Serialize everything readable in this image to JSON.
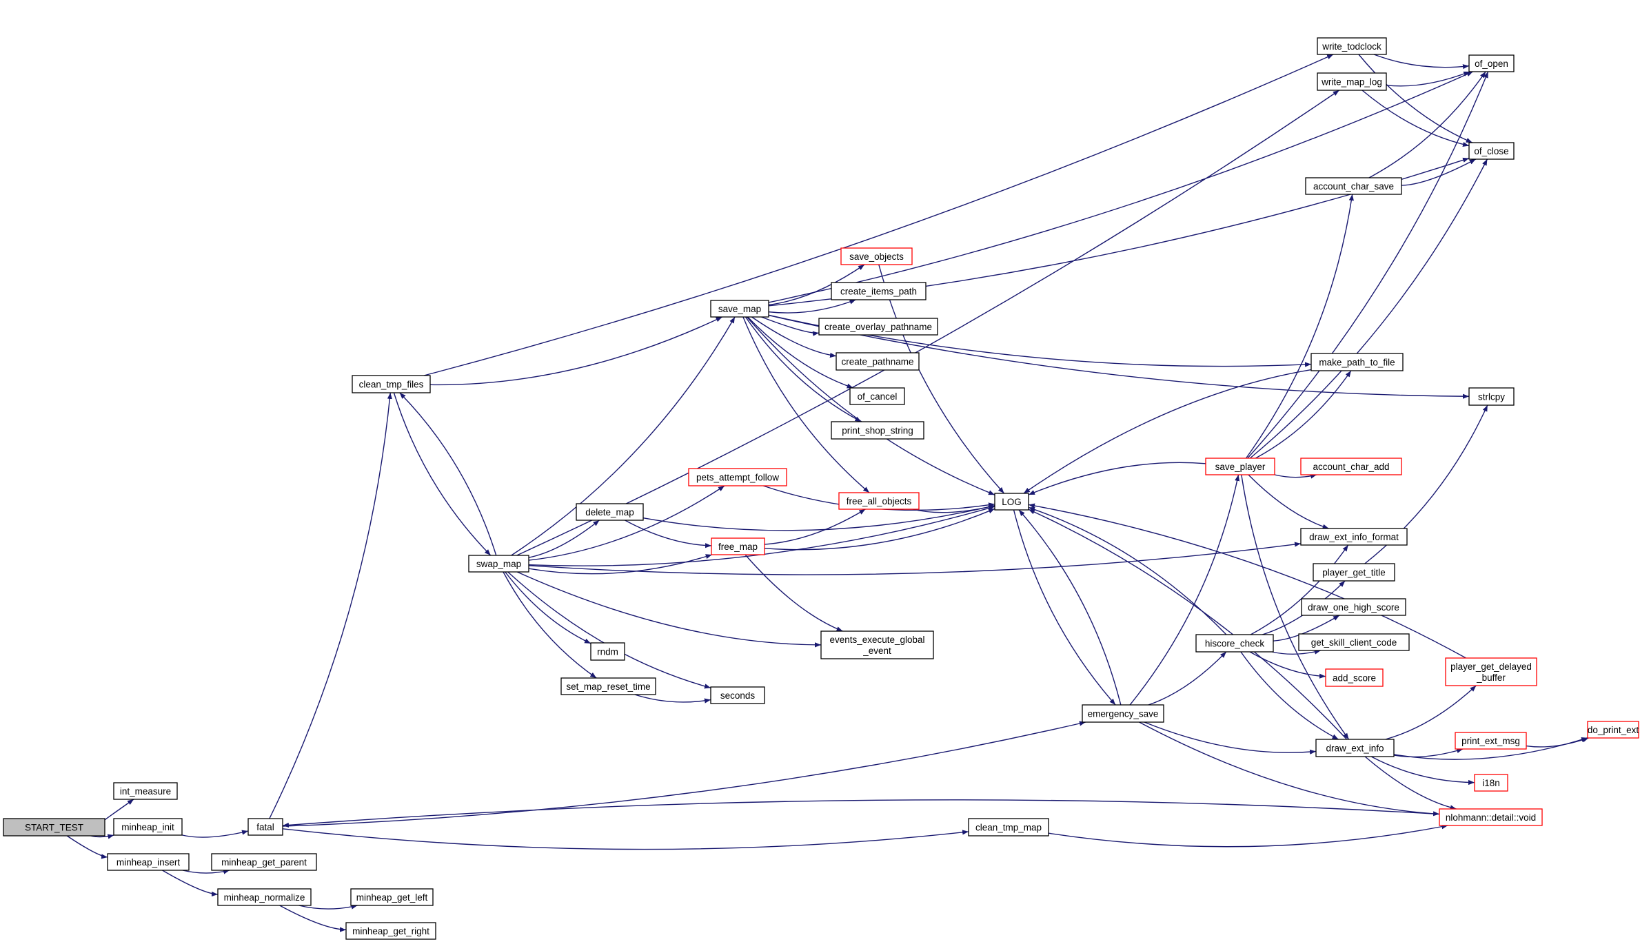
{
  "colors": {
    "edge": "#191970",
    "node_border_normal": "#000000",
    "node_border_truncated": "#ff0000",
    "root_fill": "#bfbfbf",
    "node_fill": "#ffffff"
  },
  "nodes": [
    {
      "id": "start_test",
      "label": "START_TEST",
      "status": "root"
    },
    {
      "id": "int_measure",
      "label": "int_measure",
      "status": "normal"
    },
    {
      "id": "minheap_init",
      "label": "minheap_init",
      "status": "normal"
    },
    {
      "id": "minheap_insert",
      "label": "minheap_insert",
      "status": "normal"
    },
    {
      "id": "fatal",
      "label": "fatal",
      "status": "normal"
    },
    {
      "id": "minheap_get_parent",
      "label": "minheap_get_parent",
      "status": "normal"
    },
    {
      "id": "minheap_normalize",
      "label": "minheap_normalize",
      "status": "normal"
    },
    {
      "id": "minheap_get_left",
      "label": "minheap_get_left",
      "status": "normal"
    },
    {
      "id": "minheap_get_right",
      "label": "minheap_get_right",
      "status": "normal"
    },
    {
      "id": "clean_tmp_files",
      "label": "clean_tmp_files",
      "status": "normal"
    },
    {
      "id": "swap_map",
      "label": "swap_map",
      "status": "normal"
    },
    {
      "id": "save_map",
      "label": "save_map",
      "status": "normal"
    },
    {
      "id": "delete_map",
      "label": "delete_map",
      "status": "normal"
    },
    {
      "id": "pets_attempt_follow",
      "label": "pets_attempt_follow",
      "status": "truncated"
    },
    {
      "id": "free_map",
      "label": "free_map",
      "status": "truncated"
    },
    {
      "id": "rndm",
      "label": "rndm",
      "status": "normal"
    },
    {
      "id": "set_map_reset_time",
      "label": "set_map_reset_time",
      "status": "normal"
    },
    {
      "id": "seconds",
      "label": "seconds",
      "status": "normal"
    },
    {
      "id": "events_execute_global_event",
      "label": "events_execute_global\n_event",
      "status": "normal"
    },
    {
      "id": "save_objects",
      "label": "save_objects",
      "status": "truncated"
    },
    {
      "id": "create_items_path",
      "label": "create_items_path",
      "status": "normal"
    },
    {
      "id": "create_overlay_pathname",
      "label": "create_overlay_pathname",
      "status": "normal"
    },
    {
      "id": "create_pathname",
      "label": "create_pathname",
      "status": "normal"
    },
    {
      "id": "of_cancel",
      "label": "of_cancel",
      "status": "normal"
    },
    {
      "id": "print_shop_string",
      "label": "print_shop_string",
      "status": "normal"
    },
    {
      "id": "free_all_objects",
      "label": "free_all_objects",
      "status": "truncated"
    },
    {
      "id": "log",
      "label": "LOG",
      "status": "normal"
    },
    {
      "id": "clean_tmp_map",
      "label": "clean_tmp_map",
      "status": "normal"
    },
    {
      "id": "emergency_save",
      "label": "emergency_save",
      "status": "normal"
    },
    {
      "id": "hiscore_check",
      "label": "hiscore_check",
      "status": "normal"
    },
    {
      "id": "save_player",
      "label": "save_player",
      "status": "truncated"
    },
    {
      "id": "write_todclock",
      "label": "write_todclock",
      "status": "normal"
    },
    {
      "id": "write_map_log",
      "label": "write_map_log",
      "status": "normal"
    },
    {
      "id": "of_open",
      "label": "of_open",
      "status": "normal"
    },
    {
      "id": "of_close",
      "label": "of_close",
      "status": "normal"
    },
    {
      "id": "account_char_save",
      "label": "account_char_save",
      "status": "normal"
    },
    {
      "id": "make_path_to_file",
      "label": "make_path_to_file",
      "status": "normal"
    },
    {
      "id": "strlcpy",
      "label": "strlcpy",
      "status": "normal"
    },
    {
      "id": "account_char_add",
      "label": "account_char_add",
      "status": "truncated"
    },
    {
      "id": "draw_ext_info_format",
      "label": "draw_ext_info_format",
      "status": "normal"
    },
    {
      "id": "player_get_title",
      "label": "player_get_title",
      "status": "normal"
    },
    {
      "id": "draw_one_high_score",
      "label": "draw_one_high_score",
      "status": "normal"
    },
    {
      "id": "get_skill_client_code",
      "label": "get_skill_client_code",
      "status": "normal"
    },
    {
      "id": "add_score",
      "label": "add_score",
      "status": "truncated"
    },
    {
      "id": "player_get_delayed_buffer",
      "label": "player_get_delayed\n_buffer",
      "status": "truncated"
    },
    {
      "id": "draw_ext_info",
      "label": "draw_ext_info",
      "status": "normal"
    },
    {
      "id": "print_ext_msg",
      "label": "print_ext_msg",
      "status": "truncated"
    },
    {
      "id": "do_print_ext",
      "label": "do_print_ext",
      "status": "truncated"
    },
    {
      "id": "i18n",
      "label": "i18n",
      "status": "truncated"
    },
    {
      "id": "nlohmann_detail_void",
      "label": "nlohmann::detail::void",
      "status": "truncated"
    }
  ],
  "edges": [
    [
      "start_test",
      "int_measure"
    ],
    [
      "start_test",
      "minheap_init"
    ],
    [
      "start_test",
      "minheap_insert"
    ],
    [
      "minheap_init",
      "fatal"
    ],
    [
      "minheap_insert",
      "minheap_get_parent"
    ],
    [
      "minheap_insert",
      "minheap_normalize"
    ],
    [
      "minheap_normalize",
      "minheap_get_left"
    ],
    [
      "minheap_normalize",
      "minheap_get_right"
    ],
    [
      "fatal",
      "clean_tmp_files"
    ],
    [
      "fatal",
      "emergency_save"
    ],
    [
      "fatal",
      "clean_tmp_map"
    ],
    [
      "clean_tmp_files",
      "save_map"
    ],
    [
      "clean_tmp_files",
      "swap_map"
    ],
    [
      "clean_tmp_files",
      "write_todclock"
    ],
    [
      "swap_map",
      "clean_tmp_files"
    ],
    [
      "swap_map",
      "save_map"
    ],
    [
      "swap_map",
      "delete_map"
    ],
    [
      "swap_map",
      "pets_attempt_follow"
    ],
    [
      "swap_map",
      "free_map"
    ],
    [
      "swap_map",
      "rndm"
    ],
    [
      "swap_map",
      "set_map_reset_time"
    ],
    [
      "swap_map",
      "seconds"
    ],
    [
      "swap_map",
      "events_execute_global_event"
    ],
    [
      "swap_map",
      "log"
    ],
    [
      "swap_map",
      "write_map_log"
    ],
    [
      "swap_map",
      "draw_ext_info_format"
    ],
    [
      "save_map",
      "save_objects"
    ],
    [
      "save_map",
      "create_items_path"
    ],
    [
      "save_map",
      "create_overlay_pathname"
    ],
    [
      "save_map",
      "create_pathname"
    ],
    [
      "save_map",
      "of_cancel"
    ],
    [
      "save_map",
      "print_shop_string"
    ],
    [
      "save_map",
      "free_all_objects"
    ],
    [
      "save_map",
      "log"
    ],
    [
      "save_map",
      "of_close"
    ],
    [
      "save_map",
      "of_open"
    ],
    [
      "save_map",
      "make_path_to_file"
    ],
    [
      "save_map",
      "strlcpy"
    ],
    [
      "save_objects",
      "log"
    ],
    [
      "delete_map",
      "free_map"
    ],
    [
      "delete_map",
      "log"
    ],
    [
      "pets_attempt_follow",
      "log"
    ],
    [
      "free_map",
      "free_all_objects"
    ],
    [
      "free_map",
      "events_execute_global_event"
    ],
    [
      "free_map",
      "log"
    ],
    [
      "free_all_objects",
      "log"
    ],
    [
      "set_map_reset_time",
      "seconds"
    ],
    [
      "log",
      "emergency_save"
    ],
    [
      "emergency_save",
      "log"
    ],
    [
      "emergency_save",
      "save_player"
    ],
    [
      "emergency_save",
      "hiscore_check"
    ],
    [
      "emergency_save",
      "draw_ext_info"
    ],
    [
      "emergency_save",
      "nlohmann_detail_void"
    ],
    [
      "clean_tmp_map",
      "nlohmann_detail_void"
    ],
    [
      "hiscore_check",
      "log"
    ],
    [
      "hiscore_check",
      "draw_ext_info_format"
    ],
    [
      "hiscore_check",
      "player_get_title"
    ],
    [
      "hiscore_check",
      "draw_one_high_score"
    ],
    [
      "hiscore_check",
      "get_skill_client_code"
    ],
    [
      "hiscore_check",
      "add_score"
    ],
    [
      "hiscore_check",
      "draw_ext_info"
    ],
    [
      "save_player",
      "log"
    ],
    [
      "save_player",
      "account_char_add"
    ],
    [
      "save_player",
      "account_char_save"
    ],
    [
      "save_player",
      "make_path_to_file"
    ],
    [
      "save_player",
      "of_open"
    ],
    [
      "save_player",
      "of_close"
    ],
    [
      "save_player",
      "draw_ext_info_format"
    ],
    [
      "save_player",
      "draw_ext_info"
    ],
    [
      "write_todclock",
      "of_open"
    ],
    [
      "write_todclock",
      "of_close"
    ],
    [
      "write_map_log",
      "of_open"
    ],
    [
      "write_map_log",
      "of_close"
    ],
    [
      "account_char_save",
      "of_open"
    ],
    [
      "account_char_save",
      "of_close"
    ],
    [
      "make_path_to_file",
      "log"
    ],
    [
      "player_get_title",
      "strlcpy"
    ],
    [
      "player_get_delayed_buffer",
      "log"
    ],
    [
      "draw_ext_info",
      "log"
    ],
    [
      "draw_ext_info",
      "player_get_delayed_buffer"
    ],
    [
      "draw_ext_info",
      "print_ext_msg"
    ],
    [
      "draw_ext_info",
      "do_print_ext"
    ],
    [
      "draw_ext_info",
      "i18n"
    ],
    [
      "draw_ext_info",
      "nlohmann_detail_void"
    ],
    [
      "print_ext_msg",
      "do_print_ext"
    ],
    [
      "nlohmann_detail_void",
      "fatal"
    ]
  ]
}
